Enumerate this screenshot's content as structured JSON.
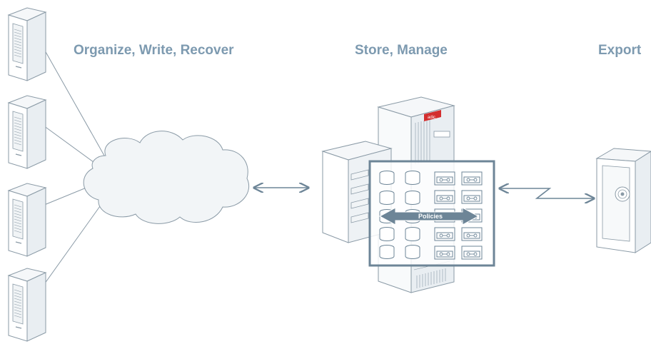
{
  "headings": {
    "organize": "Organize, Write, Recover",
    "store": "Store, Manage",
    "export": "Export"
  },
  "library": {
    "brand_label": "adic",
    "policies_label": "Policies"
  },
  "colors": {
    "heading": "#7d9ab0",
    "line": "#8a9aa6",
    "frame": "#6d8597",
    "fill_light": "#f2f5f7",
    "accent": "#d32f2f",
    "policies_arrow": "#6d8597"
  },
  "icons": [
    "server-icon",
    "cloud-icon",
    "tape-library-icon",
    "disk-icon",
    "tape-cartridge-icon",
    "vault-icon",
    "double-arrow-icon",
    "lightning-arrow-icon"
  ]
}
